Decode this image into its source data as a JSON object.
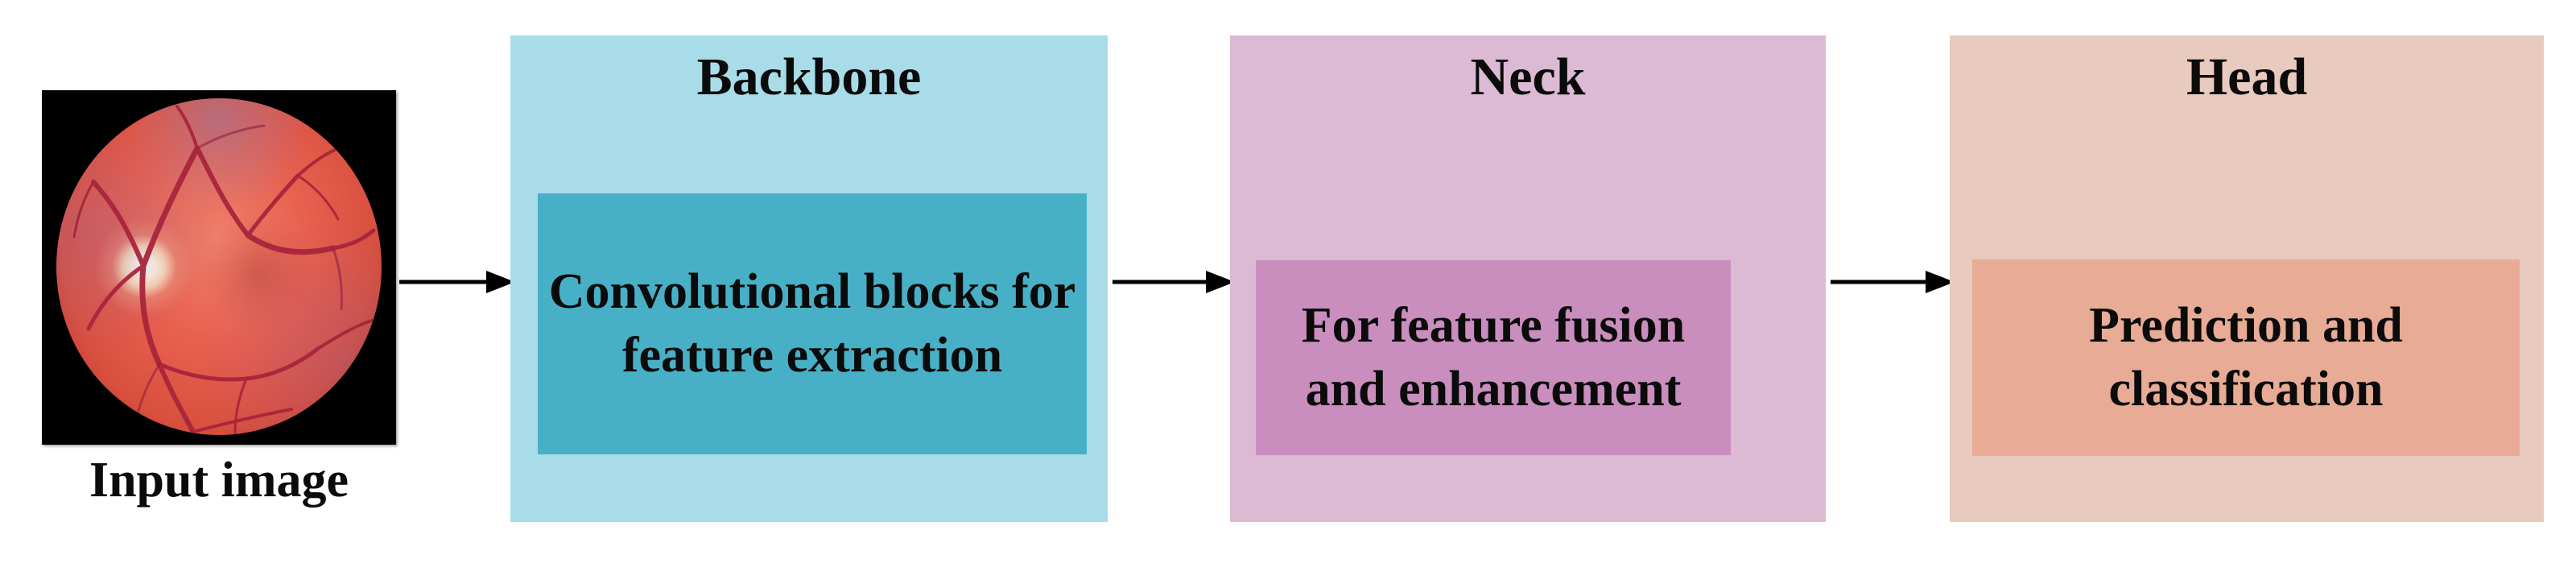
{
  "diagram": {
    "title_implicit": "",
    "background_color": "#ffffff",
    "text_color": "#0b0b0b"
  },
  "input": {
    "caption": "Input image",
    "thumbnail_name": "retinal-fundus-photograph",
    "thumbnail_background": "#000000",
    "retina_color": "#d9503f",
    "optic_disc_color": "#ffffff"
  },
  "stages": [
    {
      "id": "backbone",
      "title": "Backbone",
      "description": "Convolutional blocks for feature extraction",
      "outer_color": "#a9dce9",
      "inner_color": "#48b0c6"
    },
    {
      "id": "neck",
      "title": "Neck",
      "description": "For feature fusion and enhancement",
      "outer_color": "#dcbad3",
      "inner_color": "#c98ebd"
    },
    {
      "id": "head",
      "title": "Head",
      "description": "Prediction and classification",
      "outer_color": "#e9cabf",
      "inner_color": "#e8ab95"
    }
  ],
  "arrows": [
    {
      "id": "arrow-input-to-backbone",
      "from": "input",
      "to": "backbone",
      "color": "#000000"
    },
    {
      "id": "arrow-backbone-to-neck",
      "from": "backbone",
      "to": "neck",
      "color": "#000000"
    },
    {
      "id": "arrow-neck-to-head",
      "from": "neck",
      "to": "head",
      "color": "#000000"
    }
  ]
}
